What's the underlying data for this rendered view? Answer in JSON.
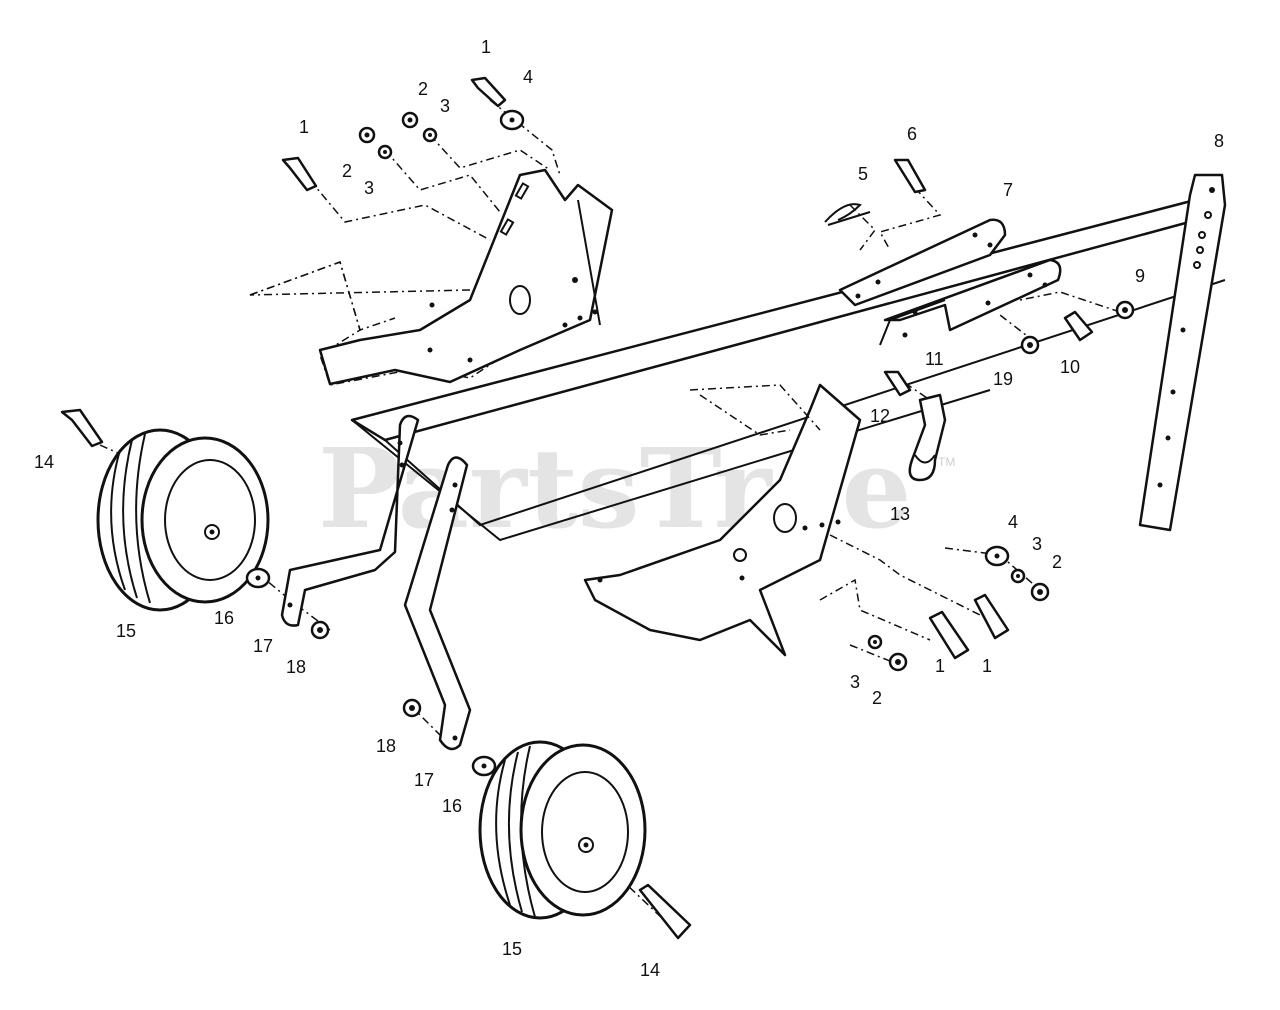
{
  "watermark": {
    "text": "PartsTree",
    "tm": "TM"
  },
  "callouts": [
    {
      "id": "c1a",
      "text": "1"
    },
    {
      "id": "c1b",
      "text": "1"
    },
    {
      "id": "c1c",
      "text": "1"
    },
    {
      "id": "c1d",
      "text": "1"
    },
    {
      "id": "c2a",
      "text": "2"
    },
    {
      "id": "c2b",
      "text": "2"
    },
    {
      "id": "c2c",
      "text": "2"
    },
    {
      "id": "c2d",
      "text": "2"
    },
    {
      "id": "c3a",
      "text": "3"
    },
    {
      "id": "c3b",
      "text": "3"
    },
    {
      "id": "c3c",
      "text": "3"
    },
    {
      "id": "c3d",
      "text": "3"
    },
    {
      "id": "c4a",
      "text": "4"
    },
    {
      "id": "c4b",
      "text": "4"
    },
    {
      "id": "c5",
      "text": "5"
    },
    {
      "id": "c6",
      "text": "6"
    },
    {
      "id": "c7",
      "text": "7"
    },
    {
      "id": "c8",
      "text": "8"
    },
    {
      "id": "c9",
      "text": "9"
    },
    {
      "id": "c10",
      "text": "10"
    },
    {
      "id": "c11",
      "text": "11"
    },
    {
      "id": "c12",
      "text": "12"
    },
    {
      "id": "c13",
      "text": "13"
    },
    {
      "id": "c14a",
      "text": "14"
    },
    {
      "id": "c14b",
      "text": "14"
    },
    {
      "id": "c15a",
      "text": "15"
    },
    {
      "id": "c15b",
      "text": "15"
    },
    {
      "id": "c16a",
      "text": "16"
    },
    {
      "id": "c16b",
      "text": "16"
    },
    {
      "id": "c17a",
      "text": "17"
    },
    {
      "id": "c17b",
      "text": "17"
    },
    {
      "id": "c18a",
      "text": "18"
    },
    {
      "id": "c18b",
      "text": "18"
    },
    {
      "id": "c19",
      "text": "19"
    }
  ]
}
